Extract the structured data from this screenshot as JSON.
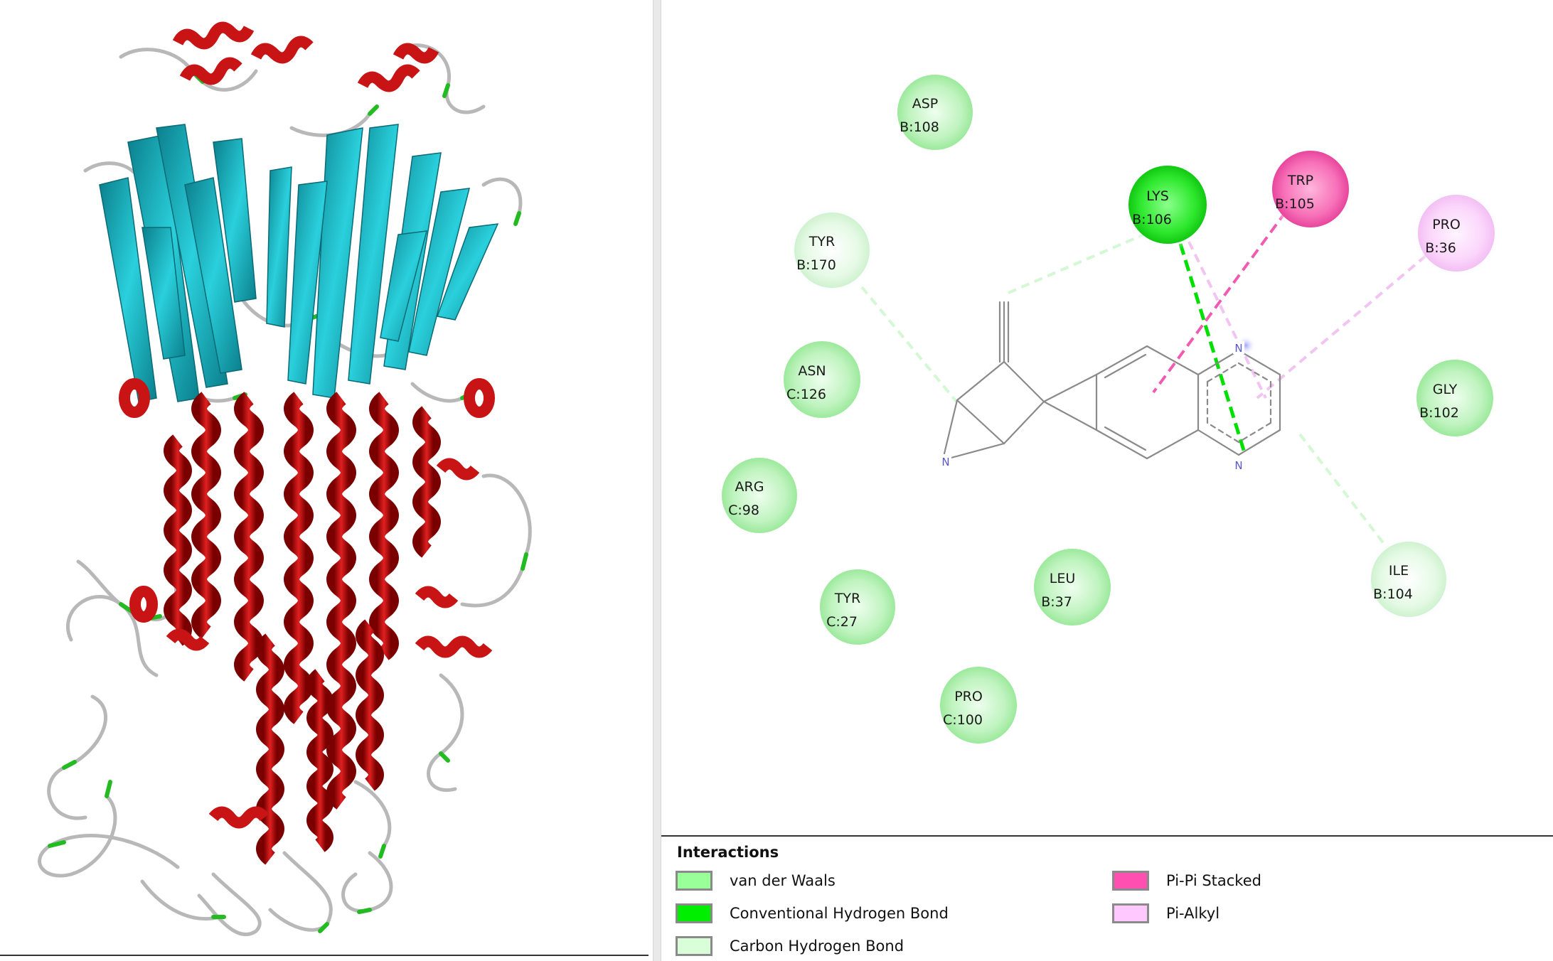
{
  "diagram": {
    "residues": [
      {
        "id": "asp108",
        "name": "ASP",
        "chain": "B:108",
        "kind": "vdw"
      },
      {
        "id": "lys106",
        "name": "LYS",
        "chain": "B:106",
        "kind": "hbond"
      },
      {
        "id": "trp105",
        "name": "TRP",
        "chain": "B:105",
        "kind": "pipi"
      },
      {
        "id": "pro36",
        "name": "PRO",
        "chain": "B:36",
        "kind": "pialkyl"
      },
      {
        "id": "tyr170",
        "name": "TYR",
        "chain": "B:170",
        "kind": "chbond"
      },
      {
        "id": "asn126",
        "name": "ASN",
        "chain": "C:126",
        "kind": "vdw"
      },
      {
        "id": "gly102",
        "name": "GLY",
        "chain": "B:102",
        "kind": "vdw"
      },
      {
        "id": "arg98",
        "name": "ARG",
        "chain": "C:98",
        "kind": "vdw"
      },
      {
        "id": "leu37",
        "name": "LEU",
        "chain": "B:37",
        "kind": "vdw"
      },
      {
        "id": "ile104",
        "name": "ILE",
        "chain": "B:104",
        "kind": "chbond"
      },
      {
        "id": "tyr27",
        "name": "TYR",
        "chain": "C:27",
        "kind": "vdw"
      },
      {
        "id": "pro100",
        "name": "PRO",
        "chain": "C:100",
        "kind": "vdw"
      }
    ],
    "atoms": {
      "n_aziridine": "N",
      "n_top": "N",
      "n_bottom": "N"
    }
  },
  "legend": {
    "title": "Interactions",
    "items": [
      {
        "label": "van der Waals",
        "color": "#99ff99"
      },
      {
        "label": "Conventional Hydrogen Bond",
        "color": "#00ee00"
      },
      {
        "label": "Carbon Hydrogen Bond",
        "color": "#d9ffd9"
      },
      {
        "label": "Pi-Pi Stacked",
        "color": "#ff4fb0"
      },
      {
        "label": "Pi-Alkyl",
        "color": "#ffc8ff"
      }
    ]
  },
  "colors": {
    "helix": "#c81414",
    "sheet": "#19b0c0",
    "coil": "#b4b4b4",
    "turn": "#22bb22",
    "ligand_bond": "#8a8a8a",
    "nitrogen": "#5858c8"
  }
}
